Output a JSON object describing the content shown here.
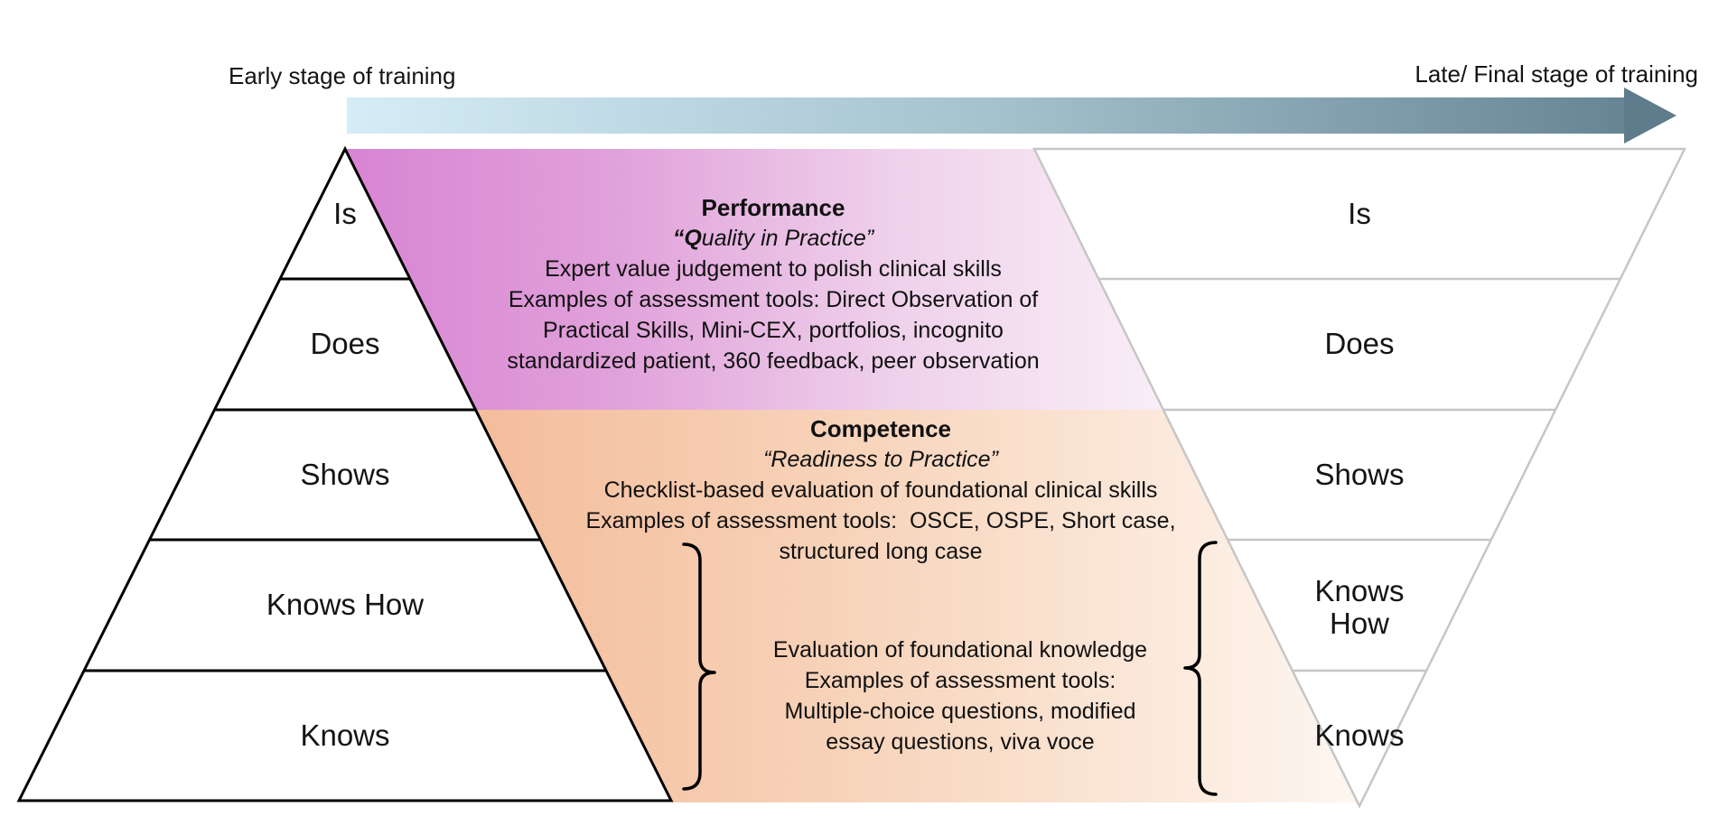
{
  "stage_labels": {
    "early": "Early stage of training",
    "late": "Late/ Final stage of training"
  },
  "left_pyramid": {
    "levels": [
      "Is",
      "Does",
      "Shows",
      "Knows How",
      "Knows"
    ]
  },
  "right_pyramid": {
    "levels": [
      "Is",
      "Does",
      "Shows",
      "Knows How",
      "Knows"
    ]
  },
  "performance": {
    "title": "Performance",
    "subtitle": "“Quality in Practice”",
    "lines": [
      "Expert value judgement to polish clinical skills",
      "Examples of assessment tools: Direct Observation of",
      "Practical Skills, Mini-CEX, portfolios, incognito",
      "standardized patient, 360 feedback, peer observation"
    ]
  },
  "competence": {
    "title": "Competence",
    "subtitle": "“Readiness to Practice”",
    "lines": [
      "Checklist-based evaluation of foundational clinical skills",
      "Examples of assessment tools:  OSCE, OSPE, Short case,",
      "structured long case"
    ]
  },
  "knowledge": {
    "lines": [
      "Evaluation of foundational knowledge",
      "Examples of assessment tools:",
      "Multiple-choice questions, modified",
      "essay questions, viva voce"
    ]
  },
  "colors": {
    "purple_strong": "#d884d2",
    "purple_fade": "#f9eef7",
    "orange_strong": "#f4bd9c",
    "orange_fade": "#fdf6f0",
    "arrow_light": "#d5edf7",
    "arrow_dark": "#62808f",
    "arrow_head": "#5e7c8c",
    "left_pyramid_outline": "#000000",
    "right_pyramid_outline": "#c6c6c6"
  }
}
